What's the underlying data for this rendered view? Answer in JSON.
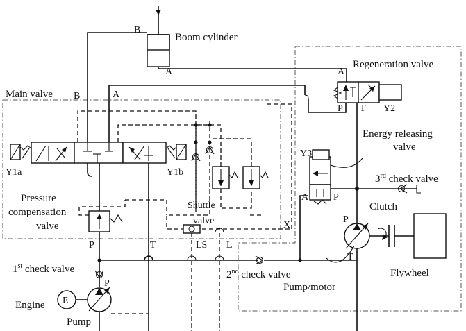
{
  "labels": {
    "boom_cylinder": "Boom cylinder",
    "regeneration_valve": "Regeneration valve",
    "main_valve": "Main valve",
    "energy_releasing_valve_1": "Energy releasing",
    "energy_releasing_valve_2": "valve",
    "third_check_valve_sup": "rd",
    "third_check_valve_num": "3",
    "third_check_valve_text": " check valve",
    "pressure_compensation_1": "Pressure",
    "pressure_compensation_2": "compensation",
    "pressure_compensation_3": "valve",
    "shuttle_valve_1": "Shuttle",
    "shuttle_valve_2": "valve",
    "clutch": "Clutch",
    "flywheel": "Flywheel",
    "pump_motor": "Pump/motor",
    "first_check_valve_num": "1",
    "first_check_valve_sup": "st",
    "first_check_valve_text": " check valve",
    "second_check_valve_num": "2",
    "second_check_valve_sup": "nd",
    "second_check_valve_text": " check valve",
    "engine": "Engine",
    "pump": "Pump",
    "engine_symbol": "E"
  },
  "ports": {
    "cyl_b": "B",
    "cyl_a": "A",
    "regen_a": "A",
    "regen_p": "P",
    "regen_t": "T",
    "y2": "Y2",
    "mv_b": "B",
    "mv_a": "A",
    "y1a": "Y1a",
    "y1b": "Y1b",
    "y3": "Y3",
    "erv_a": "A",
    "erv_p": "P",
    "x": "X",
    "p": "P",
    "t": "T",
    "ls": "LS",
    "l": "L",
    "pm_p": "P",
    "pm_t": "T",
    "pump_p": "P"
  }
}
